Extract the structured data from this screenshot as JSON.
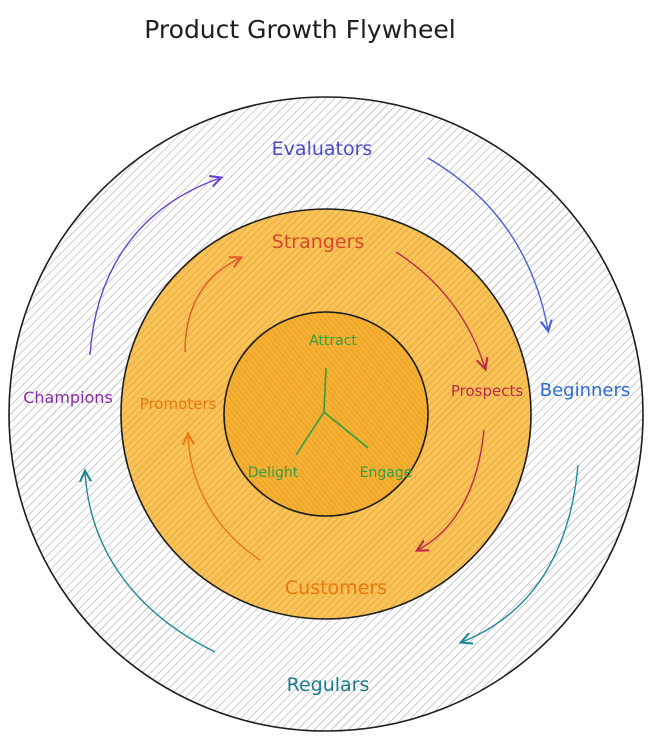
{
  "title": "Product Growth Flywheel",
  "outer_ring": {
    "top": "Evaluators",
    "right": "Beginners",
    "bottom": "Regulars",
    "left": "Champions"
  },
  "middle_ring": {
    "top": "Strangers",
    "right": "Prospects",
    "bottom": "Customers",
    "left": "Promoters"
  },
  "inner_circle": {
    "top": "Attract",
    "bottom_right": "Engage",
    "bottom_left": "Delight"
  },
  "colors": {
    "outer_fill": "#d9d9d9",
    "middle_fill": "#f5b640",
    "inner_fill": "#f5b133",
    "stroke": "#1e1e1e",
    "evaluators": "#4a4ad0",
    "beginners": "#2f6bd0",
    "regulars": "#1c7c8c",
    "champions": "#8a2aa8",
    "strangers": "#d9472b",
    "prospects": "#c0284a",
    "customers": "#e8780f",
    "promoters": "#e8780f",
    "inner_text": "#2f9e44",
    "arrow_outer_top": "#6a3fd0",
    "arrow_outer_right": "#4a60d8",
    "arrow_outer_bottom": "#1c8a9a",
    "arrow_outer_left": "#1c8a9a",
    "arrow_mid_top": "#e05a2a",
    "arrow_mid_right": "#c0284a",
    "arrow_mid_left": "#e8780f"
  }
}
